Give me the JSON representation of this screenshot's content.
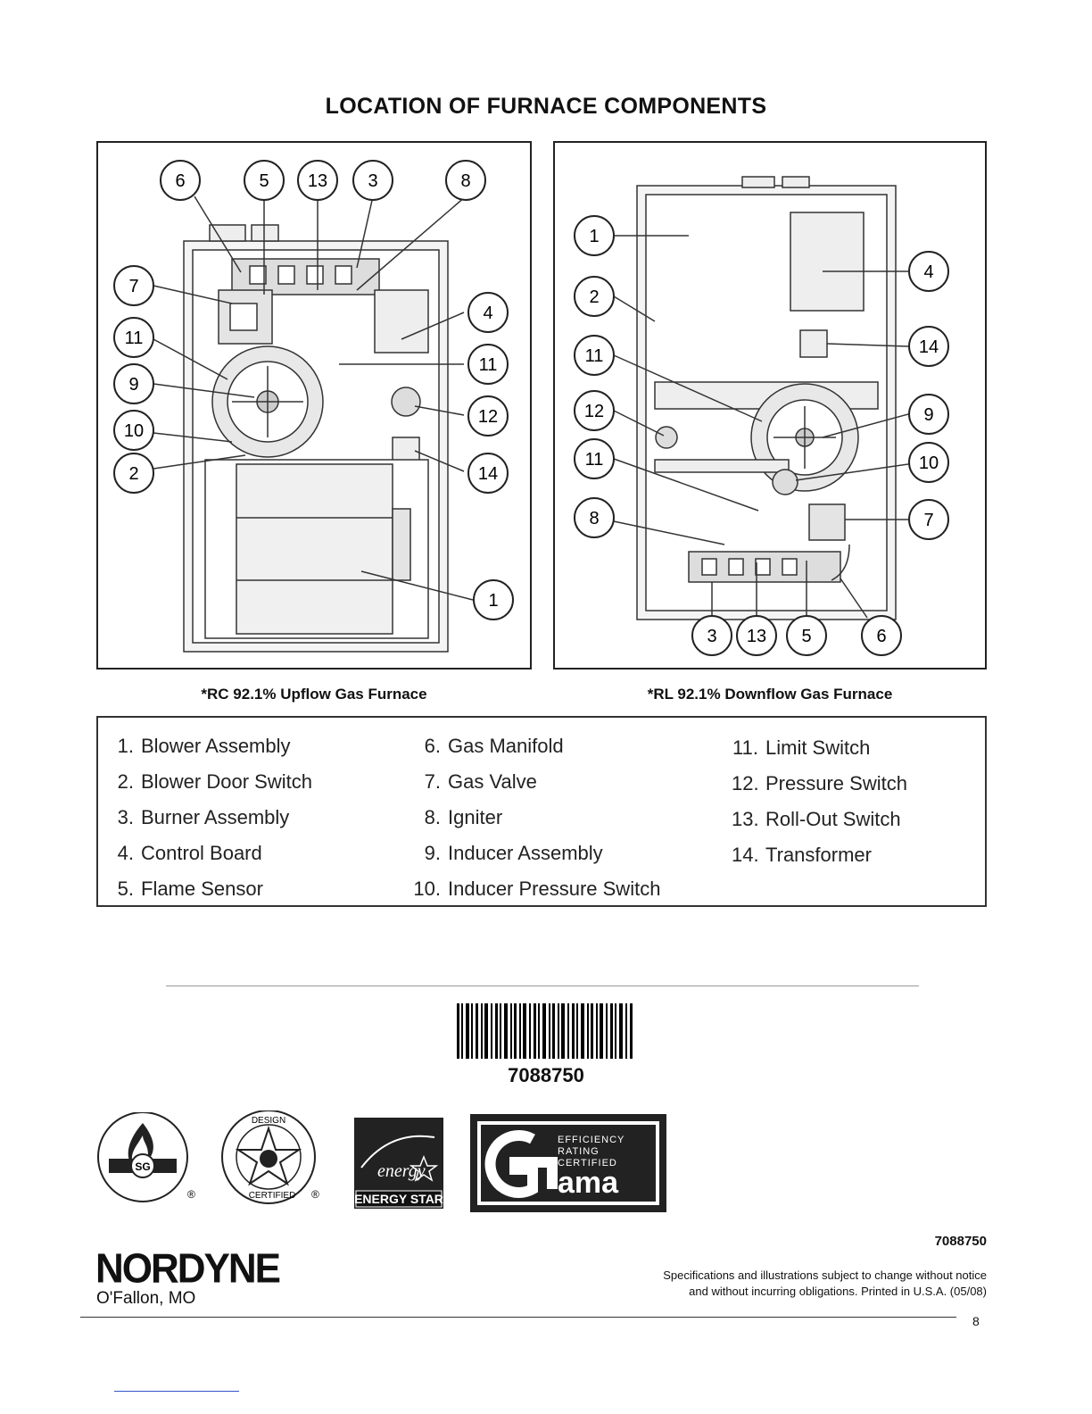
{
  "title": "LOCATION OF FURNACE COMPONENTS",
  "captions": {
    "left": "*RC 92.1% Upflow Gas Furnace",
    "right": "*RL 92.1% Downflow Gas Furnace"
  },
  "callouts": {
    "left": [
      "6",
      "5",
      "13",
      "3",
      "8",
      "7",
      "11",
      "9",
      "10",
      "2",
      "4",
      "11",
      "12",
      "14",
      "1"
    ],
    "right": [
      "1",
      "2",
      "11",
      "12",
      "11",
      "8",
      "4",
      "14",
      "9",
      "10",
      "7",
      "3",
      "13",
      "5",
      "6"
    ]
  },
  "legend": [
    [
      {
        "num": "1.",
        "label": "Blower Assembly"
      },
      {
        "num": "2.",
        "label": "Blower Door Switch"
      },
      {
        "num": "3.",
        "label": "Burner Assembly"
      },
      {
        "num": "4.",
        "label": "Control Board"
      },
      {
        "num": "5.",
        "label": "Flame Sensor"
      }
    ],
    [
      {
        "num": "6.",
        "label": "Gas Manifold"
      },
      {
        "num": "7.",
        "label": "Gas Valve"
      },
      {
        "num": "8.",
        "label": "Igniter"
      },
      {
        "num": "9.",
        "label": "Inducer Assembly"
      },
      {
        "num": "10.",
        "label": "Inducer Pressure Switch"
      }
    ],
    [
      {
        "num": "11.",
        "label": "Limit Switch"
      },
      {
        "num": "12.",
        "label": "Pressure Switch"
      },
      {
        "num": "13.",
        "label": "Roll-Out Switch"
      },
      {
        "num": "14.",
        "label": "Transformer"
      }
    ]
  ],
  "barcode_number": "7088750",
  "logos": {
    "energy_star": "ENERGY STAR",
    "energy_script": "energy",
    "gama_lines": [
      "EFFICIENCY",
      "RATING",
      "CERTIFIED"
    ],
    "gama_word": "ama",
    "csa_design": "DESIGN",
    "csa_certified": "CERTIFIED",
    "csa_mark": "SG",
    "registered": "®"
  },
  "company": "NORDYNE",
  "city": "O'Fallon, MO",
  "doc_number": "7088750",
  "disclaimer": [
    "Specifications and illustrations subject to change without notice",
    "and without incurring obligations. Printed in U.S.A. (05/08)"
  ],
  "page_number": "8"
}
